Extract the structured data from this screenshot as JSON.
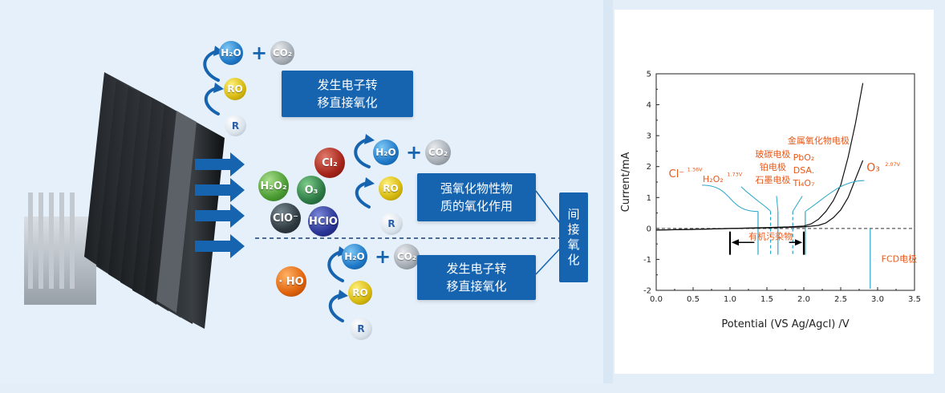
{
  "left": {
    "top_box": [
      "发生电子转",
      "移直接氧化"
    ],
    "mid_box": [
      "强氧化物性物",
      "质的氧化作用"
    ],
    "bottom_box": [
      "发生电子转",
      "移直接氧化"
    ],
    "side_box": [
      "间",
      "接",
      "氧",
      "化"
    ],
    "plus_sign": "+",
    "molecules": {
      "h2o": "H₂O",
      "co2": "CO₂",
      "ro": "RO",
      "r": "R",
      "cl2": "Cl₂",
      "h2o2": "H₂O₂",
      "o3": "O₃",
      "clo": "ClO⁻",
      "hclo": "HClO",
      "ho": "· HO"
    }
  },
  "chart_data": {
    "type": "line",
    "xlabel": "Potential (VS Ag/Agcl) /V",
    "ylabel": "Current/mA",
    "xlim": [
      0,
      3.5
    ],
    "ylim": [
      -2,
      5
    ],
    "xticks": [
      "0.0",
      "0.5",
      "1.0",
      "1.5",
      "2.0",
      "2.5",
      "3.0",
      "3.5"
    ],
    "yticks": [
      "-2",
      "-1",
      "0",
      "1",
      "2",
      "3",
      "4",
      "5"
    ],
    "series": [
      {
        "x": [
          0,
          0.5,
          1.0,
          1.5,
          1.8,
          2.0,
          2.1,
          2.2,
          2.3,
          2.4,
          2.5,
          2.6,
          2.7,
          2.8
        ],
        "y": [
          -0.05,
          -0.03,
          0.0,
          0.03,
          0.05,
          0.08,
          0.15,
          0.3,
          0.55,
          0.9,
          1.4,
          2.3,
          3.4,
          4.7
        ]
      },
      {
        "x": [
          0,
          0.5,
          1.0,
          1.5,
          2.0,
          2.2,
          2.3,
          2.4,
          2.5,
          2.6,
          2.7,
          2.8
        ],
        "y": [
          -0.05,
          -0.03,
          0.0,
          0.02,
          0.05,
          0.1,
          0.18,
          0.35,
          0.6,
          1.0,
          1.6,
          2.2
        ]
      }
    ],
    "dashed_zero_line": true,
    "markers": [
      {
        "x": 1.38,
        "style": "solid"
      },
      {
        "x": 1.55,
        "style": "dashed"
      },
      {
        "x": 1.65,
        "style": "solid"
      },
      {
        "x": 1.85,
        "style": "dashed"
      },
      {
        "x": 2.02,
        "style": "solid"
      },
      {
        "x": 2.9,
        "style": "solid"
      }
    ],
    "annotations": {
      "cl": {
        "text": "Cl⁻",
        "sup": "1.36V"
      },
      "h2o2": {
        "text": "H₂O₂",
        "sup": "1.73V"
      },
      "graphite": [
        "玻碳电极",
        "铂电极",
        "石墨电极"
      ],
      "pbo2": [
        "PbO₂",
        "DSA.",
        "Ti₄O₇"
      ],
      "metal_oxide": "金属氧化物电极",
      "o3": {
        "text": "O₃",
        "sup": "2.07V"
      },
      "pollutant": "有机污染物",
      "fcd": "FCD电极"
    }
  }
}
